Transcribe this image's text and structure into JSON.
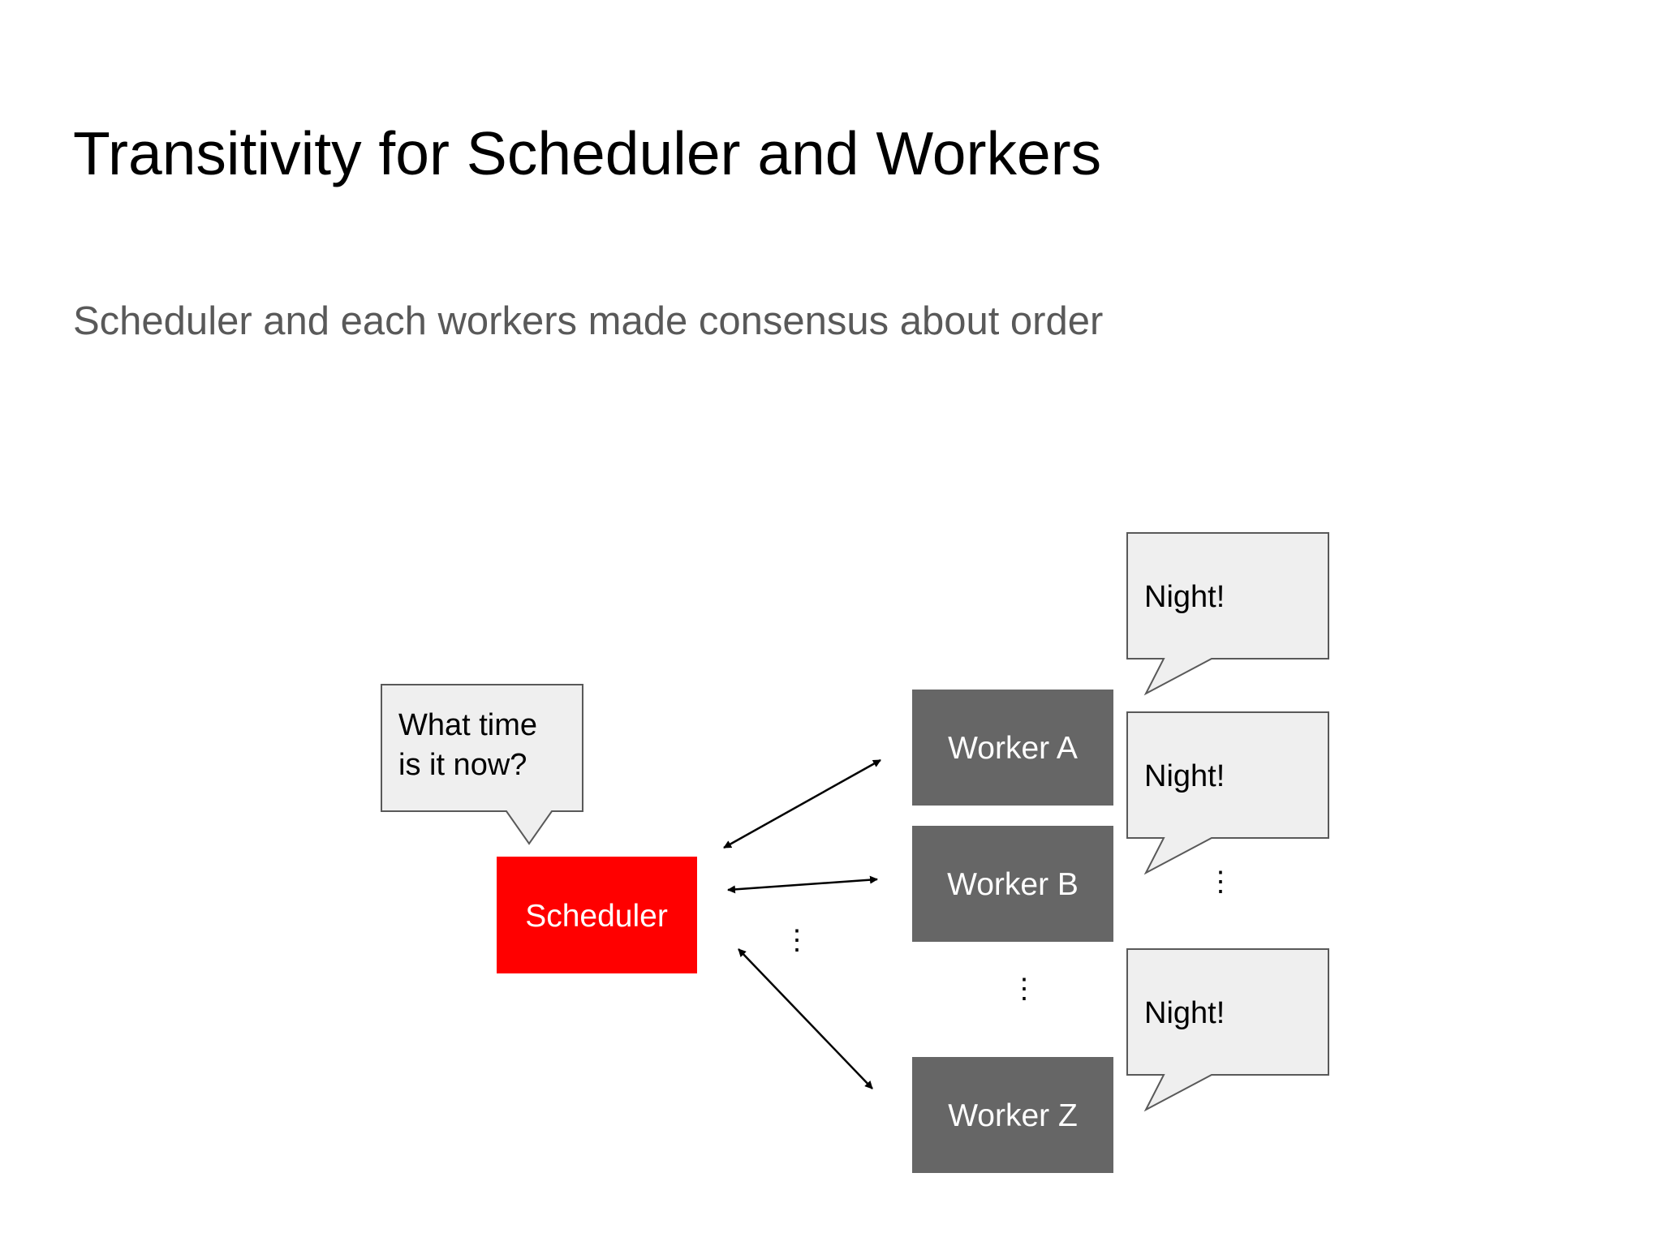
{
  "slide": {
    "title": "Transitivity for Scheduler and Workers",
    "subtitle": "Scheduler and each workers made consensus about order"
  },
  "diagram": {
    "scheduler": {
      "label": "Scheduler",
      "color": "#ff0000"
    },
    "scheduler_bubble": {
      "lines": [
        "What time",
        "is it now?"
      ]
    },
    "workers": [
      {
        "label": "Worker A"
      },
      {
        "label": "Worker B"
      },
      {
        "label": "Worker Z"
      }
    ],
    "worker_color": "#666666",
    "worker_bubbles": [
      {
        "text": "Night!"
      },
      {
        "text": "Night!"
      },
      {
        "text": "Night!"
      }
    ],
    "bubble_fill": "#efefef",
    "bubble_stroke": "#595959",
    "ellipsis": "⋮"
  }
}
